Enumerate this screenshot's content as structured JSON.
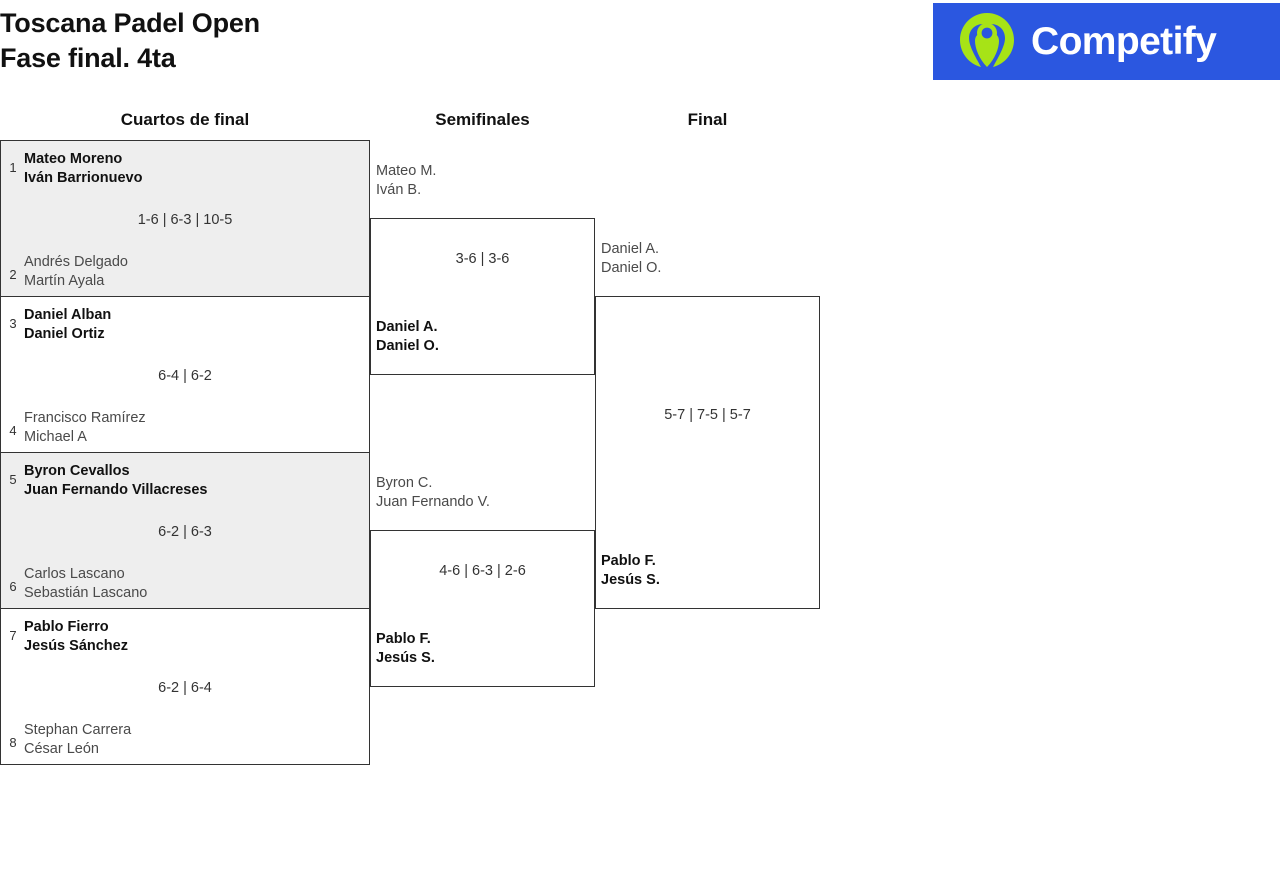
{
  "header": {
    "title_line1": "Toscana Padel Open",
    "title_line2": "Fase final. 4ta",
    "title_full": "Toscana Padel Open\nFase final. 4ta"
  },
  "brand": {
    "name": "Competify",
    "bg_color": "#2b57e0",
    "mark_color": "#a7e317",
    "text_color": "#ffffff",
    "mark_icon": "person-in-circle-icon"
  },
  "rounds": [
    {
      "id": "quarterfinals",
      "label": "Cuartos de final"
    },
    {
      "id": "semifinals",
      "label": "Semifinales"
    },
    {
      "id": "final",
      "label": "Final"
    }
  ],
  "colors": {
    "shaded_row": "#eeeeee",
    "line": "#333333",
    "winner_text": "#111111",
    "loser_text": "#4a4a4a"
  },
  "quarterfinals": [
    {
      "shaded": true,
      "score": "1-6 | 6-3 | 10-5",
      "top": {
        "seed": "1",
        "names": "Mateo Moreno\nIván Barrionuevo",
        "result": "winner"
      },
      "bottom": {
        "seed": "2",
        "names": "Andrés Delgado\nMartín Ayala",
        "result": "loser"
      }
    },
    {
      "shaded": false,
      "score": "6-4 | 6-2",
      "top": {
        "seed": "3",
        "names": "Daniel Alban\nDaniel Ortiz",
        "result": "winner"
      },
      "bottom": {
        "seed": "4",
        "names": "Francisco Ramírez\nMichael A",
        "result": "loser"
      }
    },
    {
      "shaded": true,
      "score": "6-2 | 6-3",
      "top": {
        "seed": "5",
        "names": "Byron Cevallos\nJuan Fernando Villacreses",
        "result": "winner"
      },
      "bottom": {
        "seed": "6",
        "names": "Carlos Lascano\nSebastián Lascano",
        "result": "loser"
      }
    },
    {
      "shaded": false,
      "score": "6-2 | 6-4",
      "top": {
        "seed": "7",
        "names": "Pablo Fierro\nJesús Sánchez",
        "result": "winner"
      },
      "bottom": {
        "seed": "8",
        "names": "Stephan Carrera\nCésar León",
        "result": "loser"
      }
    }
  ],
  "semifinals": [
    {
      "score": "3-6 | 3-6",
      "top": {
        "names": "Mateo M.\nIván B.",
        "result": "loser"
      },
      "bottom": {
        "names": "Daniel A.\nDaniel O.",
        "result": "winner"
      }
    },
    {
      "score": "4-6 | 6-3 | 2-6",
      "top": {
        "names": "Byron C.\nJuan Fernando V.",
        "result": "loser"
      },
      "bottom": {
        "names": "Pablo F.\nJesús S.",
        "result": "winner"
      }
    }
  ],
  "final": {
    "score": "5-7 | 7-5 | 5-7",
    "top": {
      "names": "Daniel A.\nDaniel O.",
      "result": "loser"
    },
    "bottom": {
      "names": "Pablo F.\nJesús S.",
      "result": "winner"
    }
  }
}
